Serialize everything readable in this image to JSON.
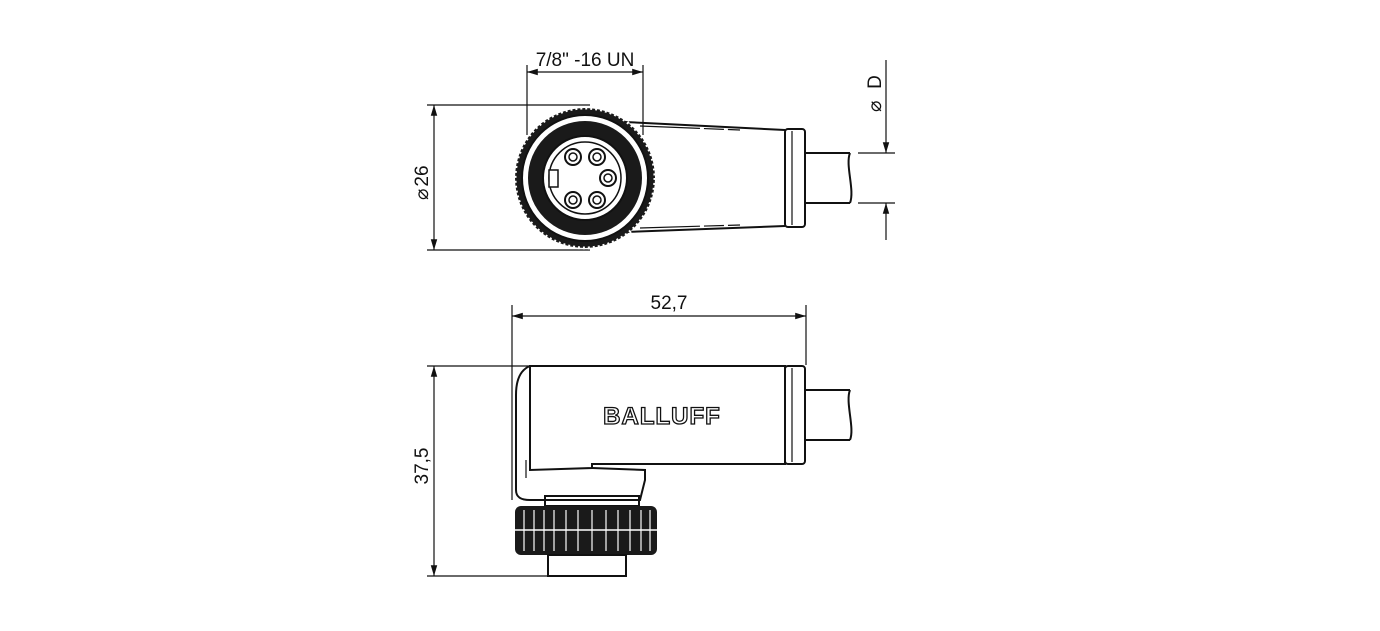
{
  "drawing": {
    "top_view": {
      "thread_label": "7/8\" -16 UN",
      "diameter_label": "26",
      "cable_diameter_label": "D",
      "diameter_symbol": "⌀"
    },
    "side_view": {
      "length_label": "52,7",
      "height_label": "37,5",
      "brand_label": "BALLUFF"
    }
  },
  "colors": {
    "line": "#111111",
    "background": "#ffffff"
  }
}
